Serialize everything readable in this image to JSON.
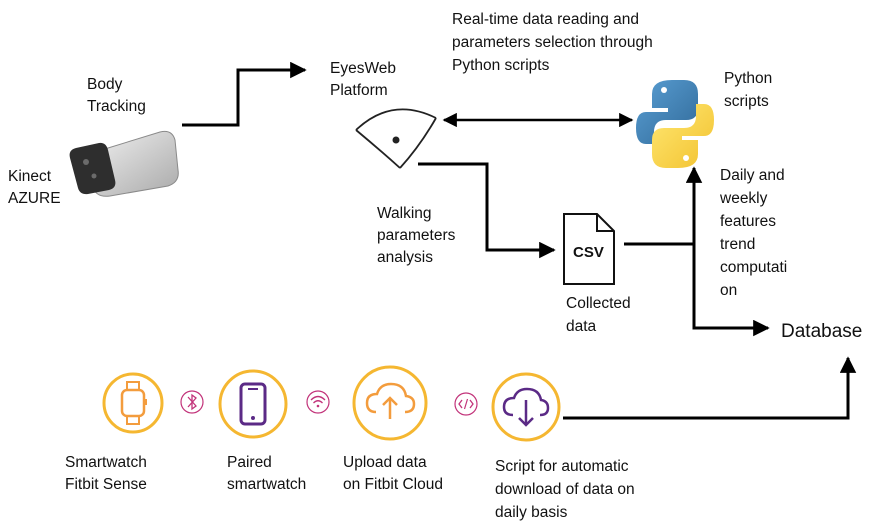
{
  "kinect": {
    "label_lines": [
      "Kinect",
      "AZURE"
    ],
    "body_tracking_lines": [
      "Body",
      "Tracking"
    ]
  },
  "eyesweb": {
    "label_lines": [
      "EyesWeb",
      "Platform"
    ]
  },
  "realtime": {
    "label_lines": [
      "Real-time data reading and",
      "parameters selection through",
      "Python scripts"
    ]
  },
  "python": {
    "label_lines": [
      "Python",
      "scripts"
    ]
  },
  "walking": {
    "label_lines": [
      "Walking",
      "parameters",
      "analysis"
    ]
  },
  "csv": {
    "icon_text": "CSV",
    "label_lines": [
      "Collected",
      "data"
    ]
  },
  "trend": {
    "label_lines": [
      "Daily and",
      "weekly",
      "features",
      "trend",
      "computati",
      "on"
    ]
  },
  "database": {
    "label": "Database"
  },
  "fitbit_chain": {
    "smartwatch_lines": [
      "Smartwatch",
      "Fitbit Sense"
    ],
    "phone_lines": [
      "Paired",
      "smartwatch"
    ],
    "upload_lines": [
      "Upload data",
      "on Fitbit Cloud"
    ],
    "script_lines": [
      "Script for automatic",
      "download of data on",
      "daily basis"
    ]
  },
  "colors": {
    "ring_orange": "#f5b731",
    "icon_orange": "#f39c3d",
    "icon_purple": "#5b2a86",
    "connector_pink": "#c2337a",
    "arrow": "#000000",
    "python_blue": "#3b77a8",
    "python_yellow": "#f7cd3c"
  }
}
